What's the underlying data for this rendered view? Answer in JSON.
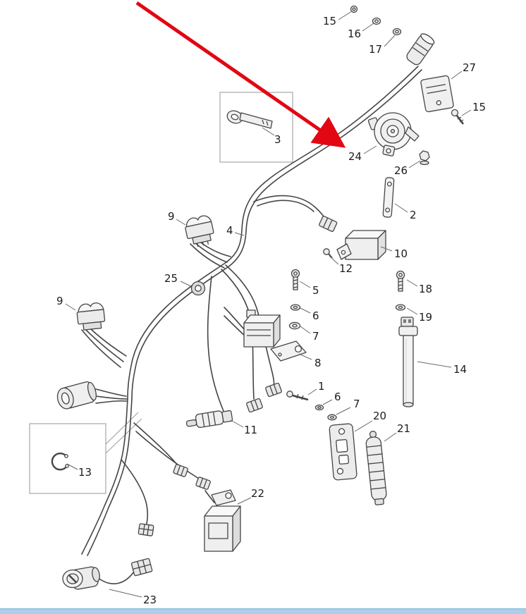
{
  "diagram": {
    "type": "exploded-parts-diagram",
    "callouts": [
      {
        "label": "15",
        "points_to": "screw"
      },
      {
        "label": "16",
        "points_to": "washer"
      },
      {
        "label": "17",
        "points_to": "washer"
      },
      {
        "label": "27",
        "points_to": "control-module"
      },
      {
        "label": "15",
        "points_to": "screw"
      },
      {
        "label": "24",
        "points_to": "horn"
      },
      {
        "label": "26",
        "points_to": "bolt"
      },
      {
        "label": "2",
        "points_to": "bracket-plate"
      },
      {
        "label": "3",
        "points_to": "key"
      },
      {
        "label": "9",
        "points_to": "rocker-switch"
      },
      {
        "label": "4",
        "points_to": "wiring-harness"
      },
      {
        "label": "10",
        "points_to": "relay"
      },
      {
        "label": "12",
        "points_to": "screw"
      },
      {
        "label": "25",
        "points_to": "grommet-ring"
      },
      {
        "label": "5",
        "points_to": "bolt"
      },
      {
        "label": "18",
        "points_to": "bolt"
      },
      {
        "label": "6",
        "points_to": "washer"
      },
      {
        "label": "19",
        "points_to": "washer"
      },
      {
        "label": "9",
        "points_to": "rocker-switch"
      },
      {
        "label": "7",
        "points_to": "washer"
      },
      {
        "label": "8",
        "points_to": "flasher-relay-with-bracket"
      },
      {
        "label": "14",
        "points_to": "fuel-level-sender"
      },
      {
        "label": "1",
        "points_to": "screw"
      },
      {
        "label": "6",
        "points_to": "washer"
      },
      {
        "label": "7",
        "points_to": "washer"
      },
      {
        "label": "20",
        "points_to": "mounting-bracket"
      },
      {
        "label": "21",
        "points_to": "rubber-pad-stack"
      },
      {
        "label": "11",
        "points_to": "brake-light-switch"
      },
      {
        "label": "13",
        "points_to": "retaining-clip"
      },
      {
        "label": "22",
        "points_to": "flasher-unit"
      },
      {
        "label": "23",
        "points_to": "ignition-switch"
      }
    ],
    "colors": {
      "background": "#ffffff",
      "line": "#454545",
      "arrow": "#e30613",
      "detail_box_border": "#b8b8b8",
      "footer_bar": "#a9cfe9"
    }
  }
}
